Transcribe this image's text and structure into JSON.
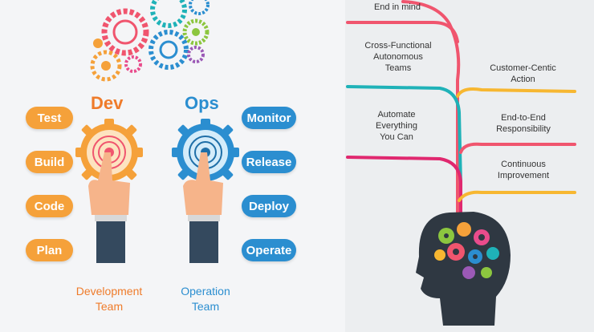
{
  "dev": {
    "title": "Dev",
    "actions": [
      "Test",
      "Build",
      "Code",
      "Plan"
    ],
    "team_line1": "Development",
    "team_line2": "Team"
  },
  "ops": {
    "title": "Ops",
    "actions": [
      "Monitor",
      "Release",
      "Deploy",
      "Operate"
    ],
    "team_line1": "Operation",
    "team_line2": "Team"
  },
  "practices": {
    "end_in_mind": "End in mind",
    "cross_functional": [
      "Cross-Functional",
      "Autonomous",
      "Teams"
    ],
    "customer_centric": [
      "Customer-Centic",
      "Action"
    ],
    "automate": [
      "Automate",
      "Everything",
      "You Can"
    ],
    "end_to_end": [
      "End-to-End",
      "Responsibility"
    ],
    "continuous": [
      "Continuous",
      "Improvement"
    ]
  },
  "colors": {
    "dev_orange": "#f5a13a",
    "dev_title": "#ef7b2a",
    "ops_blue": "#2b8ed0",
    "branch_pink": "#f0556e",
    "branch_yellow": "#f7b731",
    "branch_teal": "#1fb2b8",
    "head": "#2f3842"
  },
  "icons": [
    "gear-cluster-icon",
    "gear-hand-icon",
    "head-gears-icon"
  ]
}
